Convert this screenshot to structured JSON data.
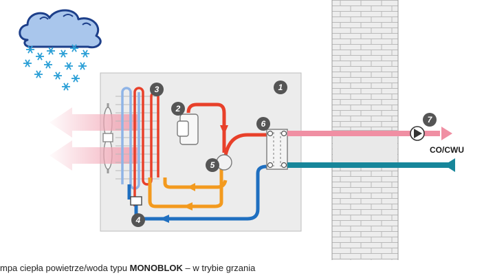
{
  "caption": {
    "prefix": "mpa ciepła powietrze/woda typu ",
    "emphasis": "MONOBLOK",
    "suffix": " – w trybie grzania"
  },
  "outlet_label": "CO/CWU",
  "component_numbers": {
    "unit": "1",
    "compressor": "2",
    "evaporator": "3",
    "expansion_valve": "4",
    "four_way_valve": "5",
    "plate_heat_exchanger": "6",
    "circulation_pump": "7"
  },
  "colors": {
    "hot_gas": "#e8402a",
    "high_pressure_liquid": "#f39a1e",
    "low_pressure": "#1f6fc0",
    "supply_water": "#f08fa3",
    "return_water": "#17869a",
    "air_flow": "#f2a6b5",
    "snow": "#2a9fd6",
    "cloud_outline": "#1d3f8a",
    "cloud_fill": "#a9c6ec",
    "wall": "#e6e6e6",
    "unit_casing": "#ececec",
    "number_badge": "#555555"
  }
}
